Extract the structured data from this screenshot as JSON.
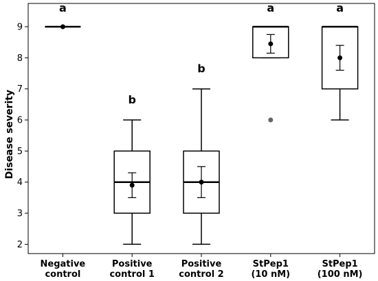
{
  "chart_data": {
    "type": "box",
    "title": "",
    "xlabel": "",
    "ylabel": "Disease severity",
    "ylim": [
      1.7,
      9.75
    ],
    "yticks": [
      2,
      3,
      4,
      5,
      6,
      7,
      8,
      9
    ],
    "grid": false,
    "legend": "none",
    "categories": [
      [
        "Negative",
        "control"
      ],
      [
        "Positive",
        "control 1"
      ],
      [
        "Positive",
        "control 2"
      ],
      [
        "StPep1",
        "(10 nM)"
      ],
      [
        "StPep1",
        "(100 nM)"
      ]
    ],
    "boxes": [
      {
        "min": 9,
        "q1": 9,
        "median": 9,
        "q3": 9,
        "max": 9,
        "mean": 9.0,
        "err_low": 9.0,
        "err_high": 9.0,
        "outliers": [],
        "letter": "a"
      },
      {
        "min": 2,
        "q1": 3,
        "median": 4,
        "q3": 5,
        "max": 6,
        "mean": 3.9,
        "err_low": 3.5,
        "err_high": 4.3,
        "outliers": [],
        "letter": "b"
      },
      {
        "min": 2,
        "q1": 3,
        "median": 4,
        "q3": 5,
        "max": 7,
        "mean": 4.0,
        "err_low": 3.5,
        "err_high": 4.5,
        "outliers": [],
        "letter": "b"
      },
      {
        "min": 8,
        "q1": 8,
        "median": 9,
        "q3": 9,
        "max": 9,
        "mean": 8.45,
        "err_low": 8.15,
        "err_high": 8.75,
        "outliers": [
          6
        ],
        "letter": "a"
      },
      {
        "min": 6,
        "q1": 7,
        "median": 9,
        "q3": 9,
        "max": 9,
        "mean": 8.0,
        "err_low": 7.6,
        "err_high": 8.4,
        "outliers": [],
        "letter": "a"
      }
    ],
    "colors": {
      "box_fill": "#ffffff",
      "stroke": "#000000",
      "mean_point": "#000000",
      "outlier": "#666666"
    }
  }
}
